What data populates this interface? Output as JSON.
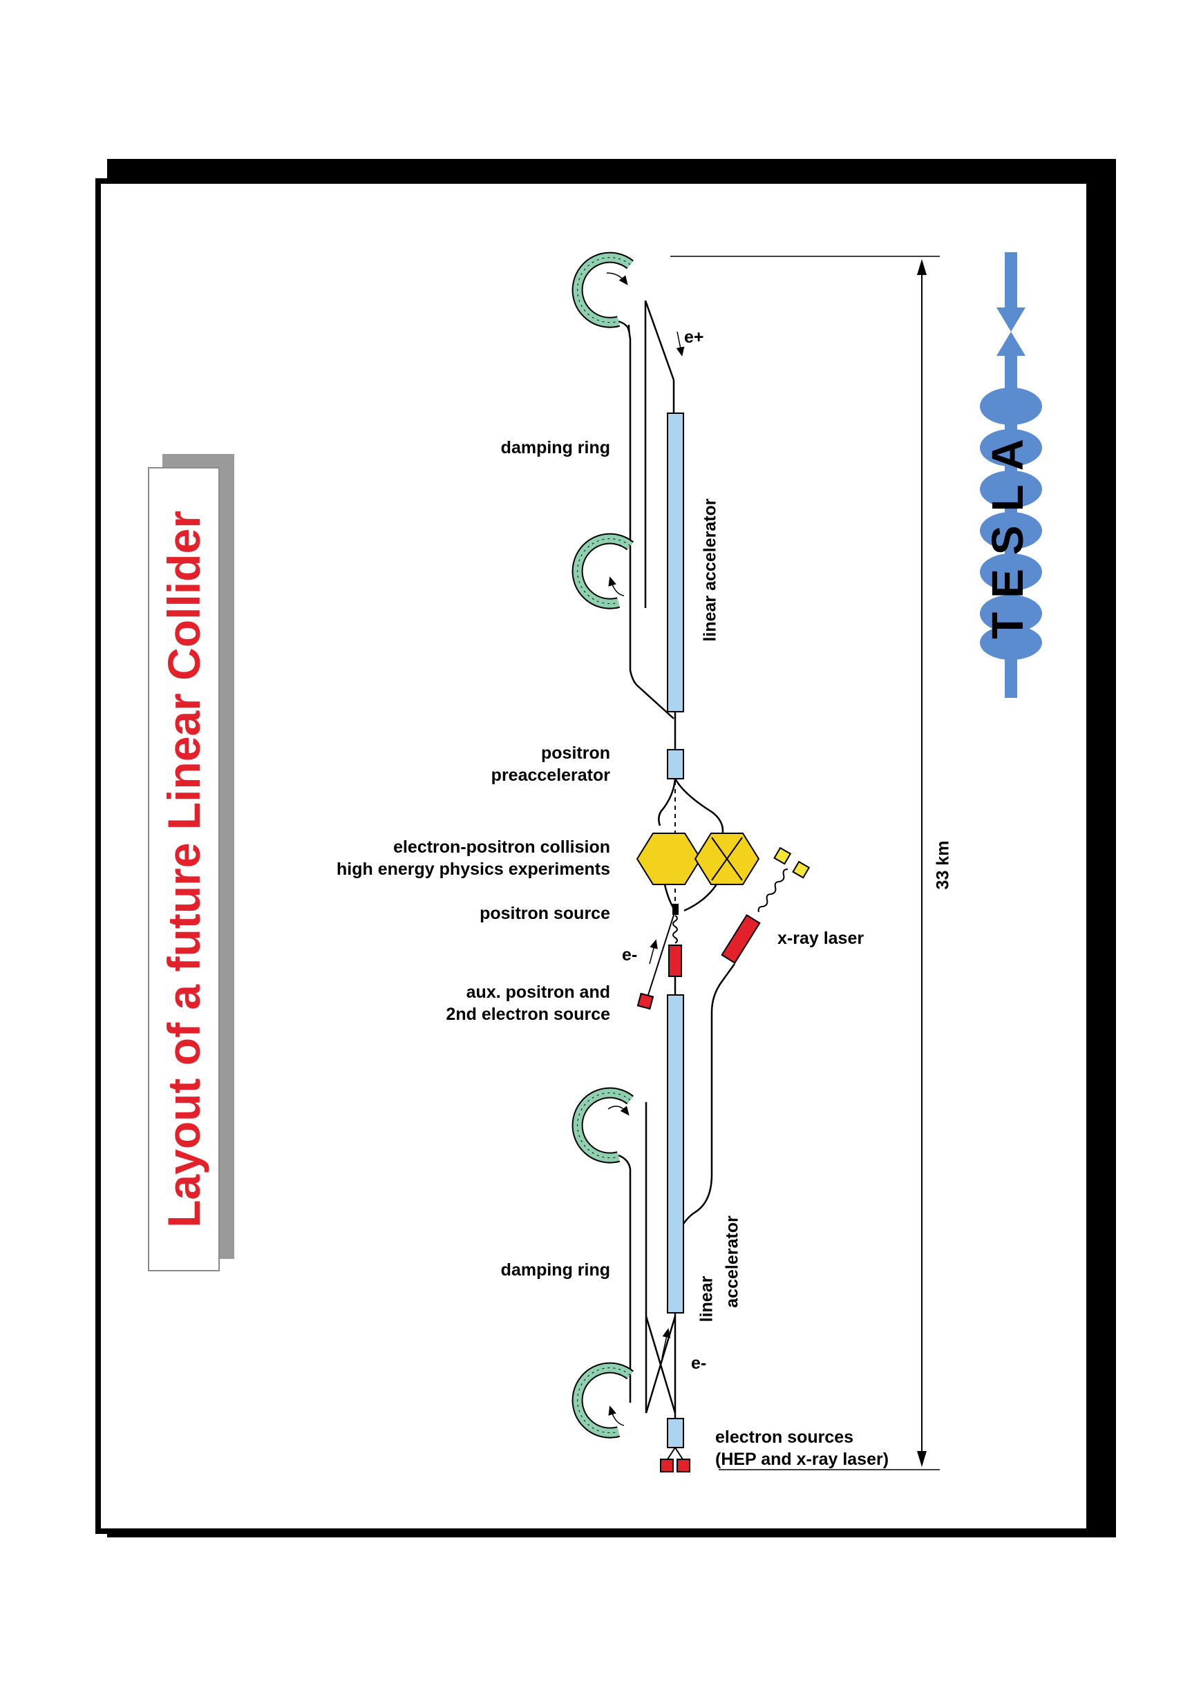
{
  "title": "Layout of a future Linear Collider",
  "logo": {
    "text": "TESLA",
    "color": "#5b8ccf"
  },
  "labels": {
    "damping_ring_top": "damping ring",
    "linear_accelerator_top": "linear accelerator",
    "positron_pre_1": "positron",
    "positron_pre_2": "preaccelerator",
    "collision_1": "electron-positron collision",
    "collision_2": "high energy physics experiments",
    "positron_source": "positron source",
    "aux_1": "aux. positron and",
    "aux_2": "2nd electron source",
    "xray_laser": "x-ray laser",
    "damping_ring_bottom": "damping ring",
    "linear_accelerator_bottom_1": "linear",
    "linear_accelerator_bottom_2": "accelerator",
    "electron_sources_1": "electron sources",
    "electron_sources_2": "(HEP and x-ray laser)",
    "length": "33 km",
    "e_plus": "e+",
    "e_minus_mid": "e-",
    "e_minus_bottom": "e-"
  },
  "colors": {
    "title": "#e3212b",
    "accelerator": "#aad4f0",
    "ring": "#8fd0b0",
    "source": "#e3212b",
    "detector": "#f2d21c",
    "laser_output": "#f5e53a"
  }
}
